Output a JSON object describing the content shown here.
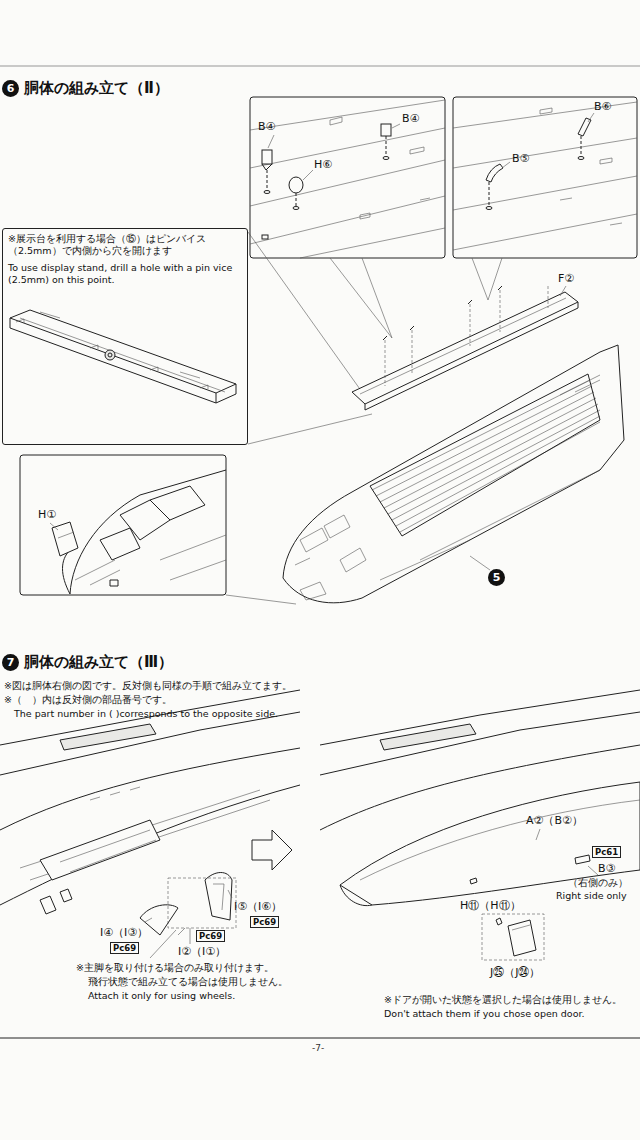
{
  "diagram": {
    "title": "胴体の組み立て（Ⅱ）",
    "nodes": [
      {
        "text": [
          "※展示台を利用する場合（⑮）はピンバイス（2.5mm）で内側から穴を開けます",
          "To use display stand, drill a hole with a pin vice (2.5mm) on this point."
        ]
      }
    ],
    "labels": [
      "6",
      "B④",
      "B④",
      "H⑥",
      "B⑥",
      "B⑤",
      "F②",
      "H①",
      "5",
      "7",
      "胴体の組み立て（Ⅲ）",
      "※図は胴体右側の図です。反対側も同様の手順で組み立てます。",
      "※（　）内は反対側の部品番号です。",
      "The part number in ( )corresponds to the opposite side.",
      "I⑤（I⑥）",
      "Pc69",
      "I④（I③）",
      "Pc69",
      "Pc69",
      "I②（I①）",
      "※主脚を取り付ける場合のみ取り付けます。",
      "飛行状態で組み立てる場合は使用しません。",
      "Attach it only for using wheels.",
      "A②（B②）",
      "Pc61",
      "B③",
      "（右側のみ）",
      "Right side only",
      "H⑪（H⑪）",
      "J㉕（J㉔）",
      "※ドアが開いた状態を選択した場合は使用しません。",
      "Don't attach them if you chose open door.",
      "-7-"
    ]
  }
}
